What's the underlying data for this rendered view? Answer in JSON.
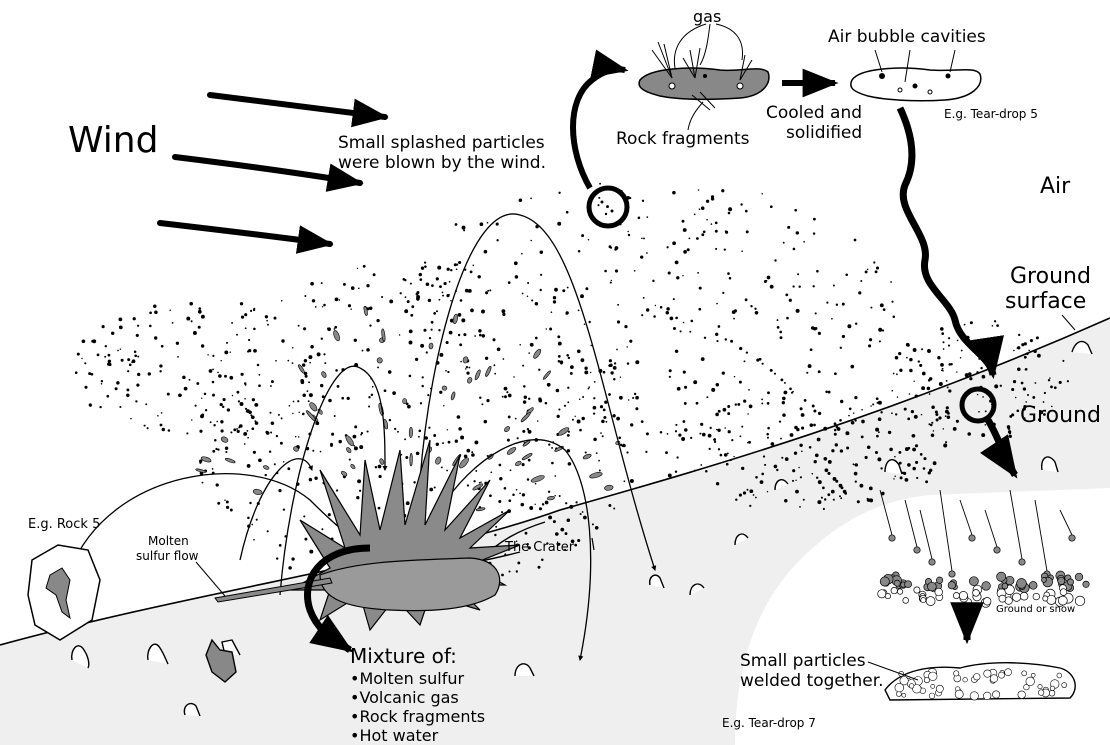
{
  "labels": {
    "wind": "Wind",
    "small_splashed_1": "Small splashed particles",
    "small_splashed_2": "were blown by the wind.",
    "gas": "gas",
    "rock_fragments": "Rock fragments",
    "air_bubble_cavities": "Air bubble cavities",
    "cooled_1": "Cooled and",
    "cooled_2": "solidified",
    "eg_teardrop5": "E.g. Tear-drop 5",
    "air": "Air",
    "ground_surface_1": "Ground",
    "ground_surface_2": "surface",
    "ground": "Ground",
    "eg_rock5": "E.g. Rock 5",
    "molten_1": "Molten",
    "molten_2": "sulfur flow",
    "the_crater": "The Crater",
    "ground_or_snow": "Ground or snow",
    "welded_1": "Small particles",
    "welded_2": "welded together.",
    "eg_teardrop7": "E.g. Tear-drop 7",
    "mixture_title": "Mixture of:",
    "mixture_items": [
      "•Molten sulfur",
      "•Volcanic gas",
      "•Rock fragments",
      "•Hot water"
    ]
  },
  "colors": {
    "ink": "#000000",
    "ground_fill": "#eeeeee",
    "lava": "#8a8a8a",
    "droplet": "#7a7a7a",
    "background": "#ffffff"
  }
}
